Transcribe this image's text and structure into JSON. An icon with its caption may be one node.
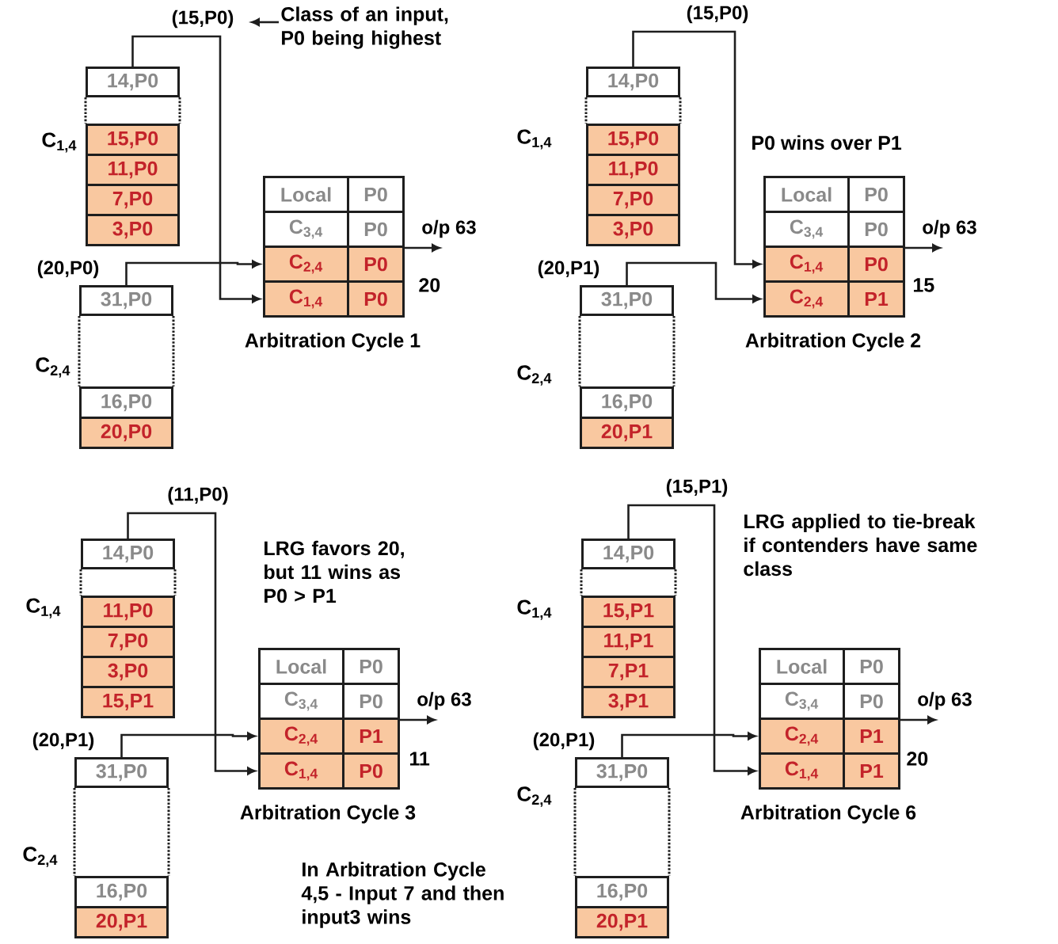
{
  "diagram": {
    "nodes": [
      {
        "text": [
          "14,P0"
        ]
      },
      {
        "text": [
          "15,P0"
        ]
      },
      {
        "text": [
          "11,P0"
        ]
      },
      {
        "text": [
          "7,P0"
        ]
      },
      {
        "text": [
          "3,P0"
        ]
      },
      {
        "text": [
          "31,P0"
        ]
      },
      {
        "text": [
          "16,P0"
        ]
      },
      {
        "text": [
          "20,P0"
        ]
      },
      {
        "text": [
          "Local"
        ]
      },
      {
        "text": [
          "P0"
        ]
      },
      {
        "text": [
          "C$_{3,4}$"
        ]
      },
      {
        "text": [
          "P0"
        ]
      },
      {
        "text": [
          "C$_{2,4}$"
        ]
      },
      {
        "text": [
          "P0"
        ]
      },
      {
        "text": [
          "C$_{1,4}$"
        ]
      },
      {
        "text": [
          "P0"
        ]
      },
      {
        "text": [
          "14,P0"
        ]
      },
      {
        "text": [
          "15,P0"
        ]
      },
      {
        "text": [
          "11,P0"
        ]
      },
      {
        "text": [
          "7,P0"
        ]
      },
      {
        "text": [
          "3,P0"
        ]
      },
      {
        "text": [
          "31,P0"
        ]
      },
      {
        "text": [
          "16,P0"
        ]
      },
      {
        "text": [
          "20,P1"
        ]
      },
      {
        "text": [
          "Local"
        ]
      },
      {
        "text": [
          "P0"
        ]
      },
      {
        "text": [
          "C$_{3,4}$"
        ]
      },
      {
        "text": [
          "P0"
        ]
      },
      {
        "text": [
          "C$_{1,4}$"
        ]
      },
      {
        "text": [
          "P0"
        ]
      },
      {
        "text": [
          "C$_{2,4}$"
        ]
      },
      {
        "text": [
          "P1"
        ]
      },
      {
        "text": [
          "14,P0"
        ]
      },
      {
        "text": [
          "11,P0"
        ]
      },
      {
        "text": [
          "7,P0"
        ]
      },
      {
        "text": [
          "3,P0"
        ]
      },
      {
        "text": [
          "15,P1"
        ]
      },
      {
        "text": [
          "31,P0"
        ]
      },
      {
        "text": [
          "16,P0"
        ]
      },
      {
        "text": [
          "20,P1"
        ]
      },
      {
        "text": [
          "Local"
        ]
      },
      {
        "text": [
          "P0"
        ]
      },
      {
        "text": [
          "C$_{3,4}$"
        ]
      },
      {
        "text": [
          "P0"
        ]
      },
      {
        "text": [
          "C$_{2,4}$"
        ]
      },
      {
        "text": [
          "P1"
        ]
      },
      {
        "text": [
          "C$_{1,4}$"
        ]
      },
      {
        "text": [
          "P0"
        ]
      },
      {
        "text": [
          "14,P0"
        ]
      },
      {
        "text": [
          "15,P1"
        ]
      },
      {
        "text": [
          "11,P1"
        ]
      },
      {
        "text": [
          "7,P1"
        ]
      },
      {
        "text": [
          "3,P1"
        ]
      },
      {
        "text": [
          "31,P0"
        ]
      },
      {
        "text": [
          "16,P0"
        ]
      },
      {
        "text": [
          "20,P1"
        ]
      },
      {
        "text": [
          "Local"
        ]
      },
      {
        "text": [
          "P0"
        ]
      },
      {
        "text": [
          "C$_{3,4}$"
        ]
      },
      {
        "text": [
          "P0"
        ]
      },
      {
        "text": [
          "C$_{2,4}$"
        ]
      },
      {
        "text": [
          "P1"
        ]
      },
      {
        "text": [
          "C$_{1,4}$"
        ]
      },
      {
        "text": [
          "P1"
        ]
      },
      {
        "text": [
          "Class of an input, P0 being highest"
        ]
      }
    ],
    "edges": [
      {
        "from": 0,
        "to": 1,
        "arrow": "none",
        "style": "dashed"
      },
      {
        "from": 0,
        "to": 1,
        "arrow": "none",
        "style": "dashed"
      },
      {
        "from": 5,
        "to": 6,
        "arrow": "none",
        "style": "dashed"
      },
      {
        "from": 5,
        "to": 6,
        "arrow": "none",
        "style": "dashed"
      },
      {
        "from": 0,
        "to": 14,
        "arrow": "to",
        "label": "(15,P0)"
      },
      {
        "from": 5,
        "to": 12,
        "arrow": "to",
        "label": "(20,P0)"
      },
      {
        "from": 11,
        "to": null,
        "arrow": "to",
        "label": "o/p 63"
      },
      {
        "from": 16,
        "to": 17,
        "arrow": "none",
        "style": "dashed"
      },
      {
        "from": 16,
        "to": 17,
        "arrow": "none",
        "style": "dashed"
      },
      {
        "from": 21,
        "to": 22,
        "arrow": "none",
        "style": "dashed"
      },
      {
        "from": 21,
        "to": 22,
        "arrow": "none",
        "style": "dashed"
      },
      {
        "from": 16,
        "to": 28,
        "arrow": "to",
        "label": "(15,P0)"
      },
      {
        "from": 21,
        "to": 30,
        "arrow": "to",
        "label": "(20,P1)"
      },
      {
        "from": 27,
        "to": null,
        "arrow": "to",
        "label": "o/p 63"
      },
      {
        "from": 32,
        "to": 33,
        "arrow": "none",
        "style": "dashed"
      },
      {
        "from": 32,
        "to": 33,
        "arrow": "none",
        "style": "dashed"
      },
      {
        "from": 37,
        "to": 38,
        "arrow": "none",
        "style": "dashed"
      },
      {
        "from": 37,
        "to": 38,
        "arrow": "none",
        "style": "dashed"
      },
      {
        "from": 32,
        "to": 46,
        "arrow": "to",
        "label": "(11,P0)"
      },
      {
        "from": 37,
        "to": 44,
        "arrow": "to",
        "label": "(20,P1)"
      },
      {
        "from": 43,
        "to": null,
        "arrow": "to",
        "label": "o/p 63"
      },
      {
        "from": 48,
        "to": 49,
        "arrow": "none",
        "style": "dashed"
      },
      {
        "from": 48,
        "to": 49,
        "arrow": "none",
        "style": "dashed"
      },
      {
        "from": 53,
        "to": 54,
        "arrow": "none",
        "style": "dashed"
      },
      {
        "from": 53,
        "to": 54,
        "arrow": "none",
        "style": "dashed"
      },
      {
        "from": 48,
        "to": 62,
        "arrow": "to",
        "label": "(15,P1)"
      },
      {
        "from": 53,
        "to": 60,
        "arrow": "to",
        "label": "(20,P1)"
      },
      {
        "from": 59,
        "to": null,
        "arrow": "to",
        "label": "o/p 63"
      },
      {
        "from": 64,
        "to": null,
        "arrow": "to"
      }
    ],
    "labels": [
      "C$_{1,4}$",
      "C$_{2,4}$",
      "20",
      "Arbitration Cycle 1",
      "C$_{1,4}$",
      "P0 wins over P1",
      "C$_{2,4}$",
      "15",
      "Arbitration Cycle 2",
      "C$_{1,4}$",
      "LRG favors 20, but 11 wins as P0 > P1",
      "C$_{2,4}$",
      "11",
      "Arbitration Cycle 3",
      "C$_{1,4}$",
      "LRG applied to tie-break if contenders have same class",
      "C$_{2,4}$",
      "20",
      "Arbitration Cycle 6",
      "In Arbitration Cycle 4,5 - Input 7 and then input3 wins"
    ]
  }
}
